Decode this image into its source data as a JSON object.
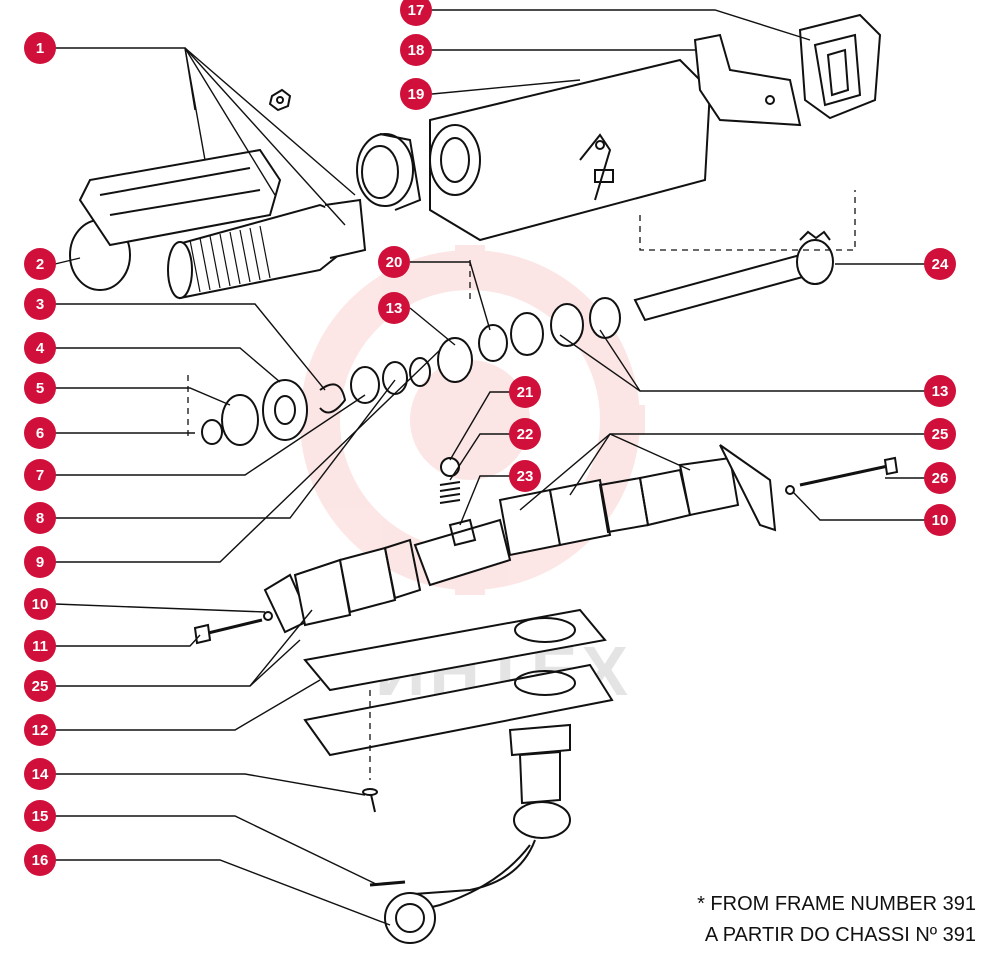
{
  "callouts": [
    "1",
    "2",
    "3",
    "4",
    "5",
    "6",
    "7",
    "8",
    "9",
    "10",
    "11",
    "25",
    "12",
    "14",
    "15",
    "16",
    "17",
    "18",
    "19",
    "20",
    "13",
    "21",
    "22",
    "23",
    "24",
    "13",
    "25",
    "26",
    "10"
  ],
  "watermark": {
    "text": "ИНТЕХ"
  },
  "notes": {
    "line1": "* FROM FRAME NUMBER 391",
    "line2": "A PARTIR DO CHASSI Nº 391"
  },
  "colors": {
    "callout_fill": "#d0103a",
    "callout_text": "#ffffff",
    "line": "#111111",
    "watermark_red": "#e53935"
  }
}
